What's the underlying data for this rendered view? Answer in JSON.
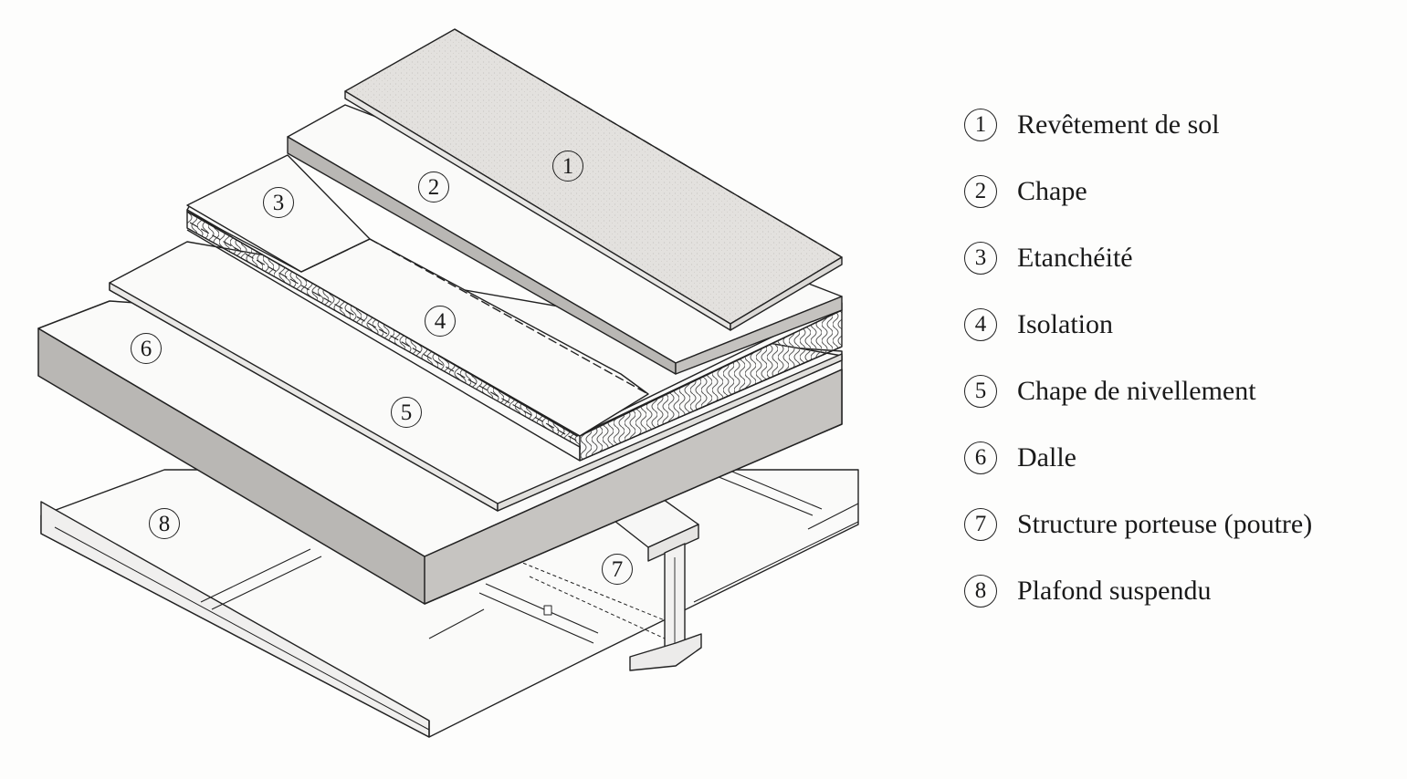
{
  "layers": [
    {
      "number": "1",
      "label": "Revêtement de sol"
    },
    {
      "number": "2",
      "label": "Chape"
    },
    {
      "number": "3",
      "label": "Etanchéité"
    },
    {
      "number": "4",
      "label": "Isolation"
    },
    {
      "number": "5",
      "label": "Chape de nivellement"
    },
    {
      "number": "6",
      "label": "Dalle"
    },
    {
      "number": "7",
      "label": "Structure porteuse (poutre)"
    },
    {
      "number": "8",
      "label": "Plafond suspendu"
    }
  ],
  "colors": {
    "line": "#222222",
    "flooring_fill": "#e4e2df",
    "slab_side_fill": "#b9b7b4",
    "light_fill": "#fafaf9",
    "insulation_fill": "#efeeec"
  }
}
